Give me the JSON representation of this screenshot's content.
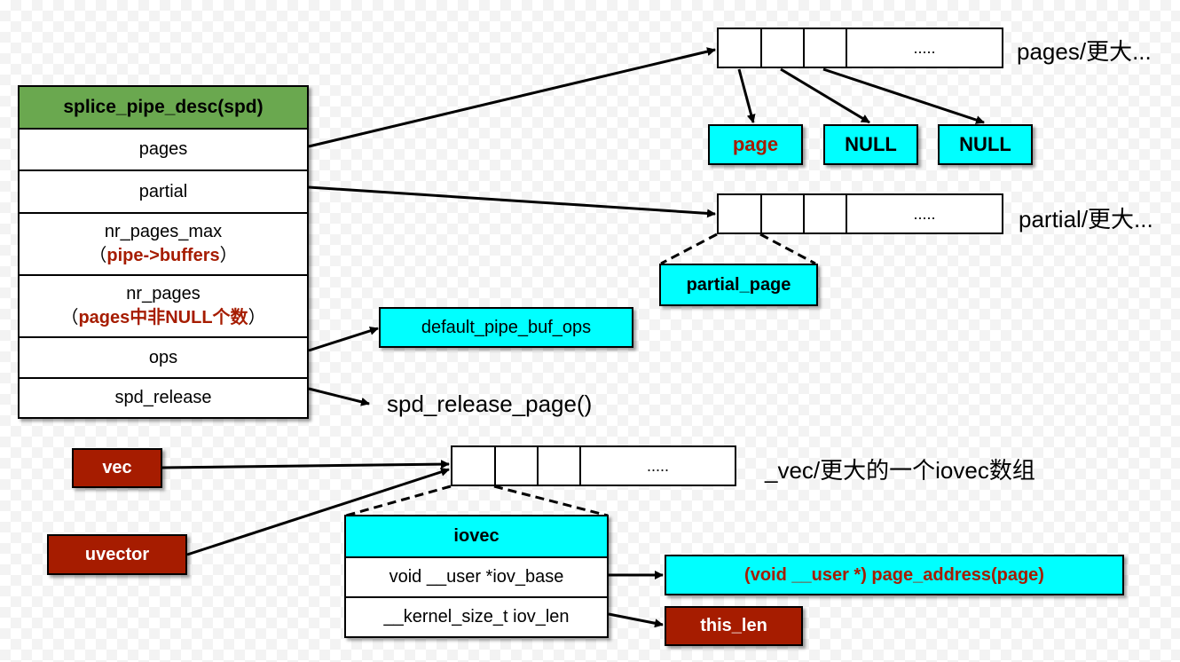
{
  "spd": {
    "title": "splice_pipe_desc(spd)",
    "pages": "pages",
    "partial": "partial",
    "nr_pages_max": "nr_pages_max",
    "nr_pages_max_note_open": "（",
    "nr_pages_max_note": "pipe->buffers",
    "nr_pages_max_note_close": "）",
    "nr_pages": "nr_pages",
    "nr_pages_note_open": "（",
    "nr_pages_note": "pages中非NULL个数",
    "nr_pages_note_close": "）",
    "ops": "ops",
    "spd_release": "spd_release"
  },
  "pages_array": {
    "ellipsis": ".....",
    "label": "pages/更大..."
  },
  "page_targets": {
    "page": "page",
    "null1": "NULL",
    "null2": "NULL"
  },
  "partial_array": {
    "ellipsis": ".....",
    "label": "partial/更大..."
  },
  "partial_page": "partial_page",
  "default_pipe_buf_ops": "default_pipe_buf_ops",
  "spd_release_page": "spd_release_page()",
  "vec": "vec",
  "uvector": "uvector",
  "vec_array": {
    "ellipsis": ".....",
    "label": "_vec/更大的一个iovec数组"
  },
  "iovec": {
    "title": "iovec",
    "iov_base": "void __user *iov_base",
    "iov_len": "__kernel_size_t iov_len"
  },
  "iov_base_value": "(void __user *) page_address(page)",
  "this_len": "this_len",
  "colors": {
    "cyan": "#00ffff",
    "green": "#6aa84f",
    "dark_red": "#a61c00"
  }
}
